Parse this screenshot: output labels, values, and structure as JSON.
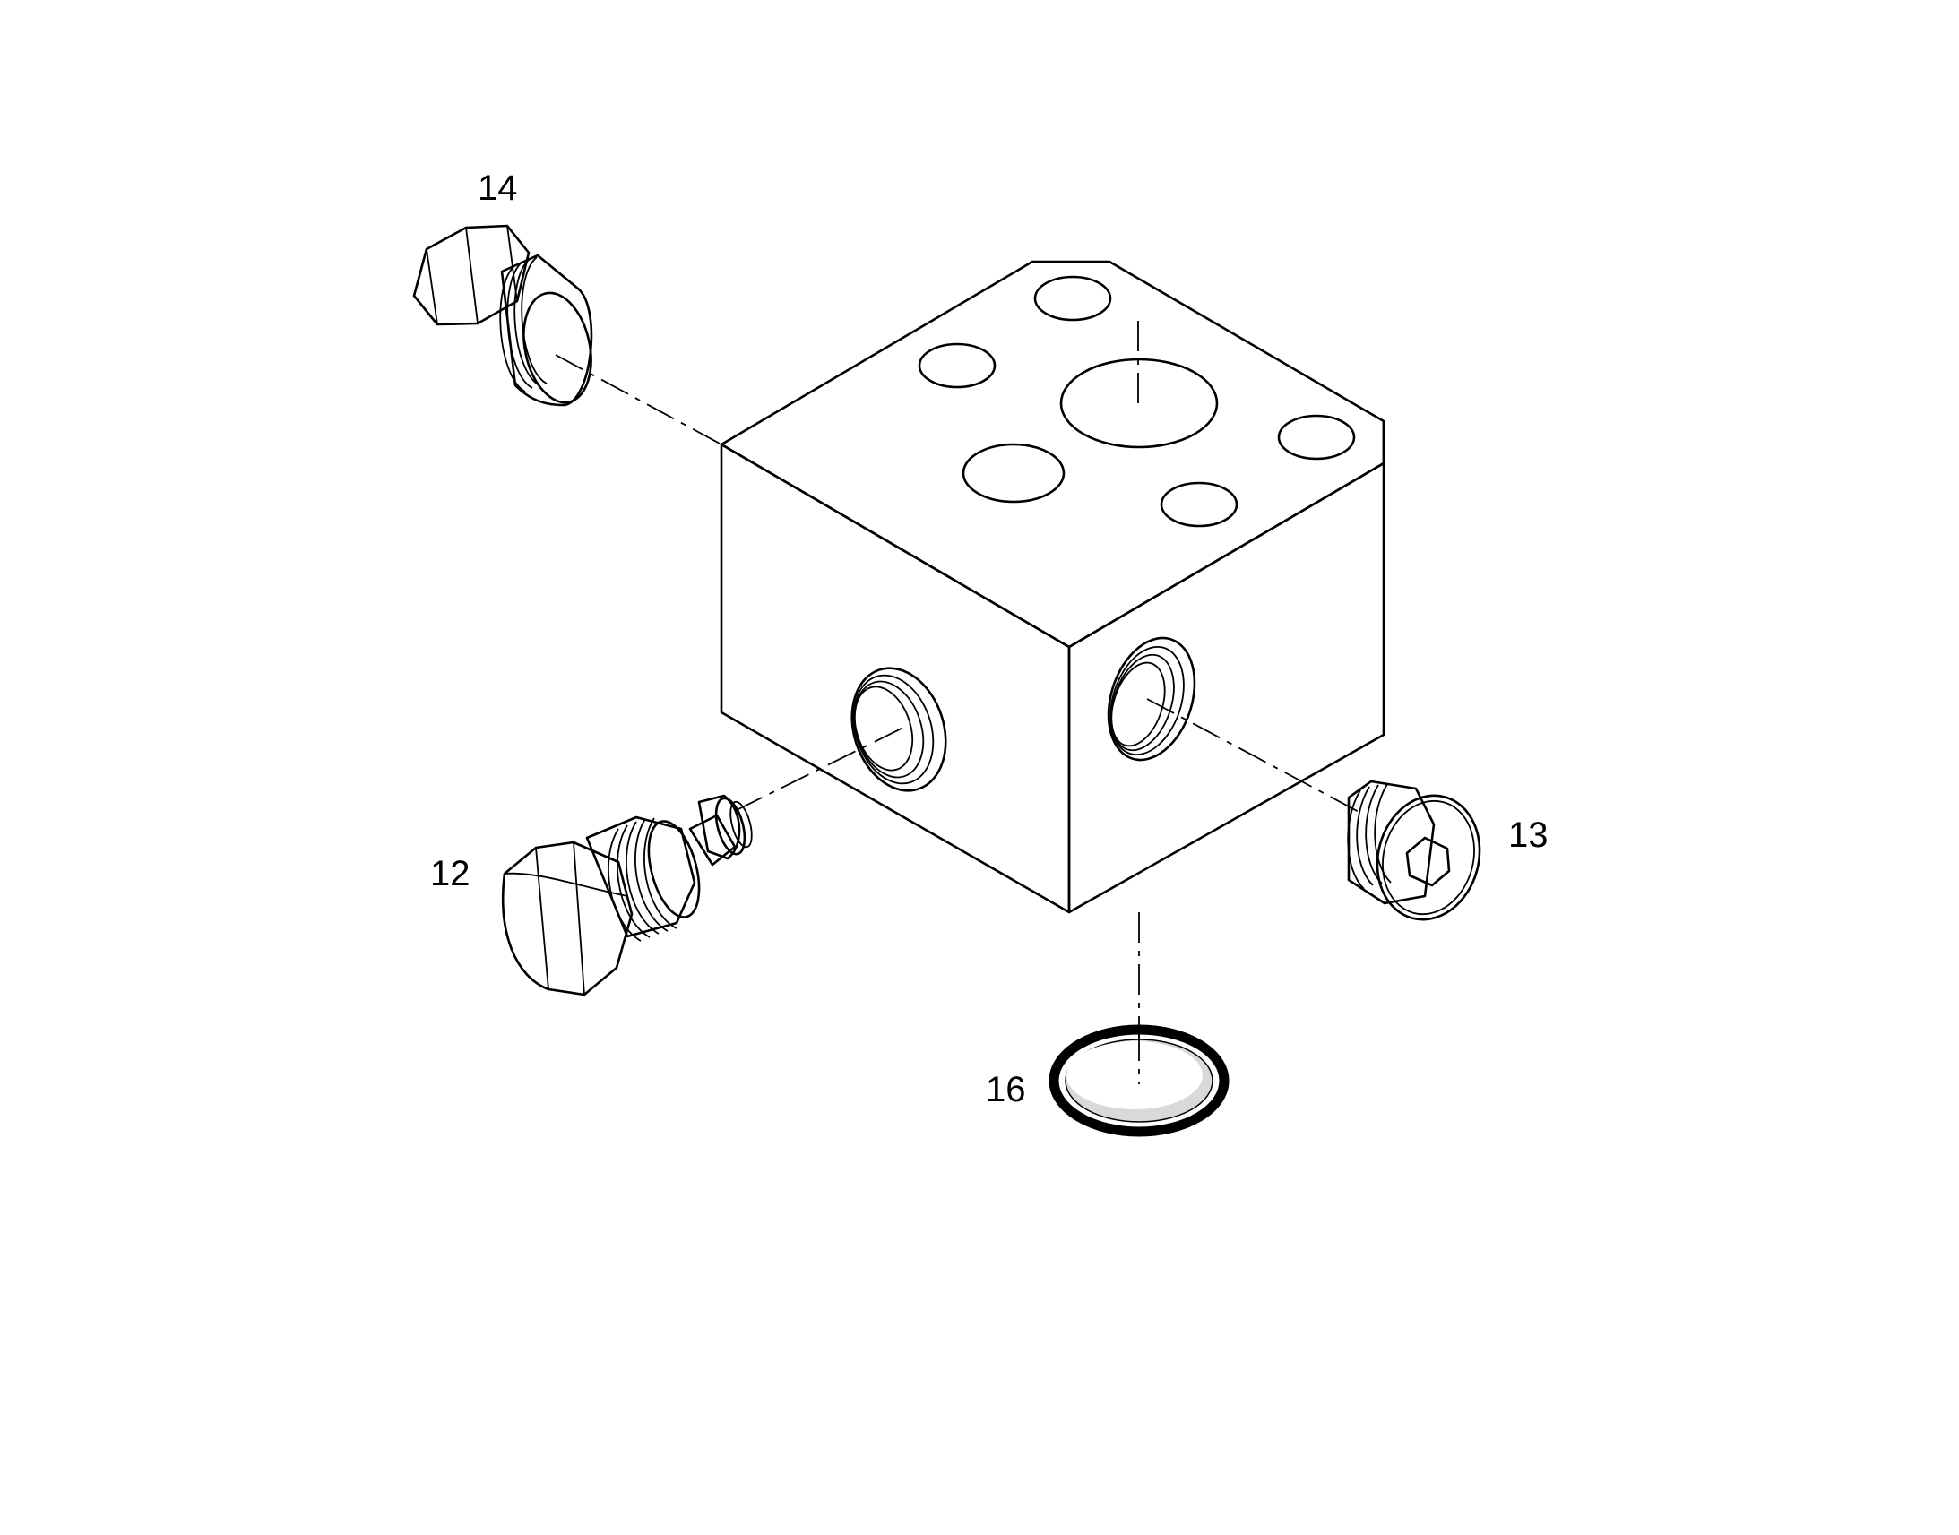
{
  "diagram": {
    "callouts": {
      "c14": "14",
      "c12": "12",
      "c13": "13",
      "c16": "16"
    },
    "colors": {
      "line": "#000000",
      "background": "#ffffff",
      "oring_fill": "#d9d9d9"
    }
  }
}
